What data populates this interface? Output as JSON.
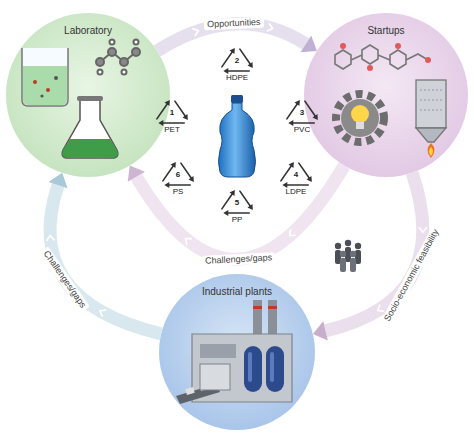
{
  "diagram": {
    "nodes": [
      {
        "text": [
          "Laboratory"
        ]
      },
      {
        "text": [
          "Startups"
        ]
      },
      {
        "text": [
          "2",
          "HDPE"
        ]
      },
      {
        "text": [
          "1",
          "PET"
        ]
      },
      {
        "text": [
          "3",
          "PVC"
        ]
      },
      {
        "text": [
          "6",
          "PS"
        ]
      },
      {
        "text": [
          "4",
          "LDPE"
        ]
      },
      {
        "text": [
          "5",
          "PP"
        ]
      },
      {
        "text": [
          "Industrial plants"
        ]
      }
    ],
    "edges": [
      {
        "from": 0,
        "to": 1,
        "label": "Opportunities",
        "arrow": "to"
      },
      {
        "from": 1,
        "to": 0,
        "label": "Challenges/gaps",
        "arrow": "to"
      },
      {
        "from": 8,
        "to": 0,
        "label": "Challenges/gaps",
        "arrow": "to"
      },
      {
        "from": 1,
        "to": 8,
        "label": "Socio-economic feasibility",
        "arrow": "to"
      }
    ]
  }
}
